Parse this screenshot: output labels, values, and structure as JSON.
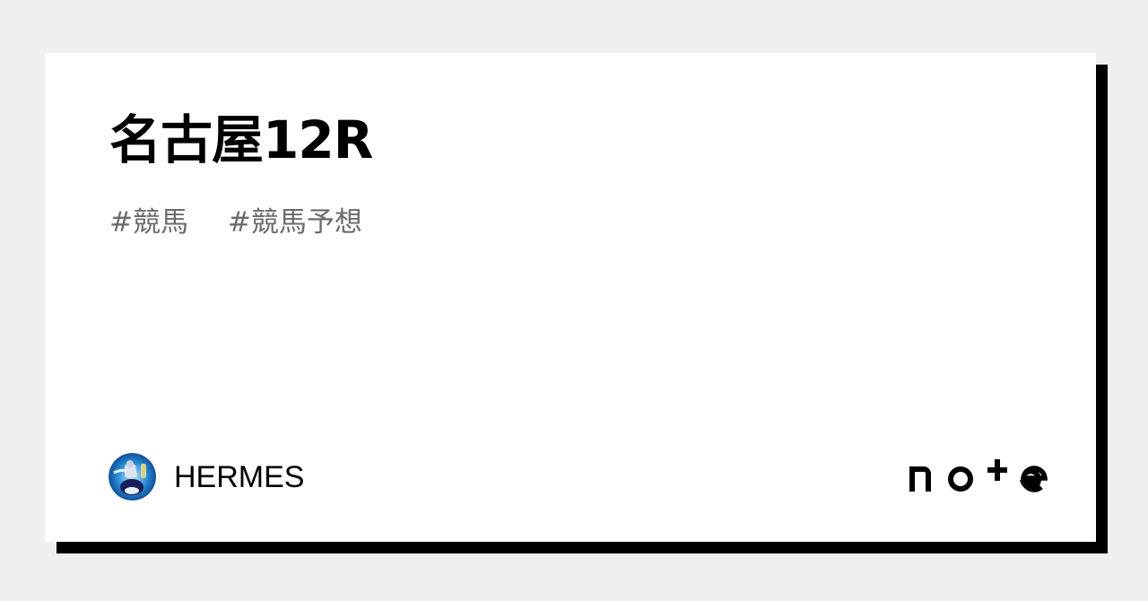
{
  "card": {
    "title": "名古屋12R",
    "tags": [
      "#競馬",
      "#競馬予想"
    ],
    "author": {
      "name": "HERMES",
      "avatar_icon": "avatar-illustration"
    },
    "logo": {
      "text": "note",
      "icon": "note-logo"
    }
  },
  "colors": {
    "background": "#efefef",
    "card": "#ffffff",
    "shadow": "#000000",
    "title": "#000000",
    "tags": "#6b6b6b"
  }
}
